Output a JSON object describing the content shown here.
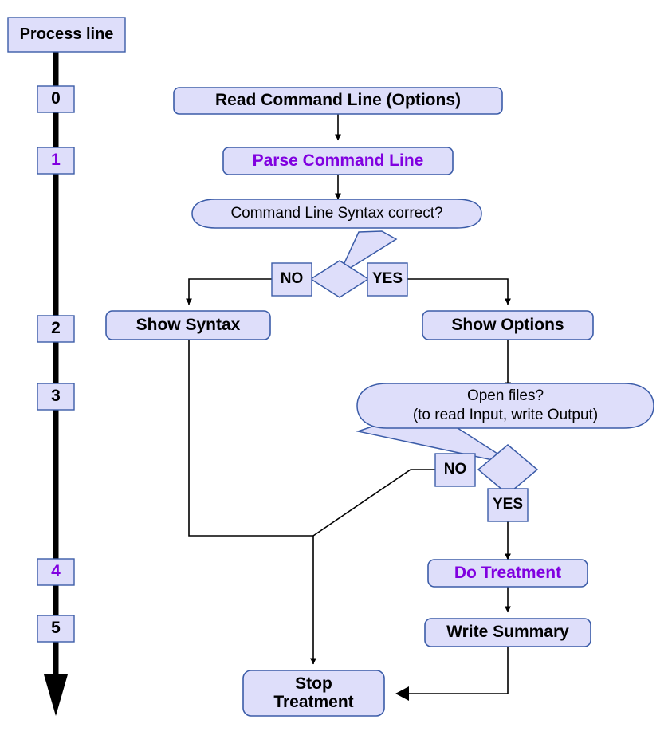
{
  "diagram": {
    "title": "Process line flowchart",
    "colors": {
      "node_fill": "#dedefa",
      "node_stroke": "#3b5ca8",
      "connector": "#000000",
      "text_black": "#000000",
      "text_purple": "#8000e0",
      "background": "#ffffff"
    }
  },
  "timeline": {
    "header": {
      "label": "Process line"
    },
    "steps": [
      {
        "label": "0",
        "color": "#000000"
      },
      {
        "label": "1",
        "color": "#8000e0"
      },
      {
        "label": "2",
        "color": "#000000"
      },
      {
        "label": "3",
        "color": "#000000"
      },
      {
        "label": "4",
        "color": "#8000e0"
      },
      {
        "label": "5",
        "color": "#000000"
      }
    ]
  },
  "flow": {
    "nodes": {
      "read_command_line": {
        "label": "Read Command Line (Options)",
        "color": "#000000",
        "shape": "rounded-rect"
      },
      "parse_command_line": {
        "label": "Parse Command Line",
        "color": "#8000e0",
        "shape": "rounded-rect"
      },
      "show_syntax": {
        "label": "Show Syntax",
        "color": "#000000",
        "shape": "rounded-rect"
      },
      "show_options": {
        "label": "Show Options",
        "color": "#000000",
        "shape": "rounded-rect"
      },
      "do_treatment": {
        "label": "Do Treatment",
        "color": "#8000e0",
        "shape": "rounded-rect"
      },
      "write_summary": {
        "label": "Write Summary",
        "color": "#000000",
        "shape": "rounded-rect"
      },
      "stop_treatment": {
        "label": "Stop\nTreatment",
        "color": "#000000",
        "shape": "rounded-rect"
      }
    },
    "questions": {
      "syntax_correct": {
        "label": "Command Line Syntax correct?",
        "shape": "speech-bubble"
      },
      "open_files": {
        "label": "Open files?\n(to read Input, write Output)",
        "shape": "speech-bubble"
      }
    },
    "branch_labels": {
      "syntax_no": "NO",
      "syntax_yes": "YES",
      "openfiles_no": "NO",
      "openfiles_yes": "YES"
    }
  }
}
